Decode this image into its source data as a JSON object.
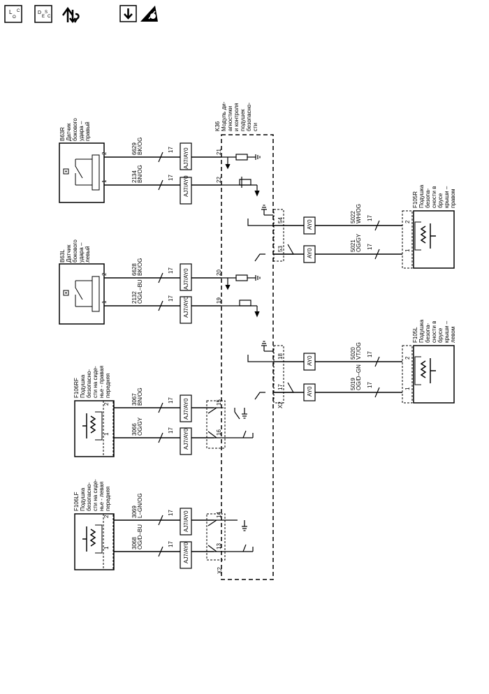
{
  "toolbar": {
    "loc_label": "LOC",
    "desc_label": "DESC",
    "icons": [
      "loc-icon",
      "desc-icon",
      "connector-info-icon",
      "download-icon",
      "esd-warning-icon"
    ]
  },
  "components": {
    "b63r": {
      "title": [
        "B63R",
        "Датчик",
        "бокового",
        "удара –",
        "правый"
      ]
    },
    "b63l": {
      "title": [
        "B63L",
        "Датчик",
        "бокового",
        "удара –",
        "левый"
      ]
    },
    "f106rf": {
      "title": [
        "F106RF",
        "Подушка",
        "безопасно-",
        "сти на сиде-",
        "нье - правая",
        "передняя"
      ]
    },
    "f106lf": {
      "title": [
        "F106LF",
        "Подушка",
        "безопасно-",
        "сти на сиде-",
        "нье - левая",
        "передняя"
      ]
    },
    "f105r": {
      "title": [
        "F105R",
        "Подушка",
        "безопа-",
        "сности в",
        "брусе",
        "крыши –",
        "правом"
      ]
    },
    "f105l": {
      "title": [
        "F105L",
        "Подушка",
        "безопа-",
        "сности в",
        "брусе",
        "крыши –",
        "левом"
      ]
    },
    "k36": {
      "title": [
        "K36",
        "Модуль ди-",
        "агностики",
        "и контроля",
        "подушек",
        "безопасно-",
        "сти"
      ]
    }
  },
  "connector_label": "X2",
  "circuits": [
    {
      "id": "c6629",
      "number": "6629",
      "color": "BK/OG",
      "gauge": "17",
      "conn": "AJ7/AY0",
      "pin_module": "21",
      "pin_comp": "2"
    },
    {
      "id": "c2134",
      "number": "2134",
      "color": "BN/OG",
      "gauge": "17",
      "conn": "AJ7/AY0",
      "pin_module": "22",
      "pin_comp": "1"
    },
    {
      "id": "c6628",
      "number": "6628",
      "color": "BK/OG",
      "gauge": "17",
      "conn": "AJ7/AY0",
      "pin_module": "20",
      "pin_comp": "2"
    },
    {
      "id": "c2132",
      "number": "2132",
      "color": "OG/L–BU",
      "gauge": "17",
      "conn": "AJ7/AY0",
      "pin_module": "19",
      "pin_comp": "1"
    },
    {
      "id": "c3067",
      "number": "3067",
      "color": "BN/OG",
      "gauge": "17",
      "conn": "AJ7/AY0",
      "pin_module": "15",
      "pin_comp": "2"
    },
    {
      "id": "c3066",
      "number": "3066",
      "color": "OG/GY",
      "gauge": "17",
      "conn": "AJ7/AY0",
      "pin_module": "16",
      "pin_comp": "1"
    },
    {
      "id": "c3069",
      "number": "3069",
      "color": "L–GN/OG",
      "gauge": "17",
      "conn": "AJ7/AY0",
      "pin_module": "14",
      "pin_comp": "2"
    },
    {
      "id": "c3068",
      "number": "3068",
      "color": "OG/D–BU",
      "gauge": "17",
      "conn": "AJ7/AY0",
      "pin_module": "13",
      "pin_comp": "1"
    },
    {
      "id": "c5022",
      "number": "5022",
      "color": "WH/OG",
      "gauge": "17",
      "conn": "AY0",
      "pin_module": "54",
      "pin_comp": "2"
    },
    {
      "id": "c5021",
      "number": "5021",
      "color": "OG/GY",
      "gauge": "17",
      "conn": "AY0",
      "pin_module": "53",
      "pin_comp": "1"
    },
    {
      "id": "c5020",
      "number": "5020",
      "color": "VT/OG",
      "gauge": "17",
      "conn": "AY0",
      "pin_module": "18",
      "pin_comp": "2"
    },
    {
      "id": "c5019",
      "number": "5019",
      "color": "OG/D–GN",
      "gauge": "17",
      "conn": "AY0",
      "pin_module": "17",
      "pin_comp": "1"
    }
  ]
}
